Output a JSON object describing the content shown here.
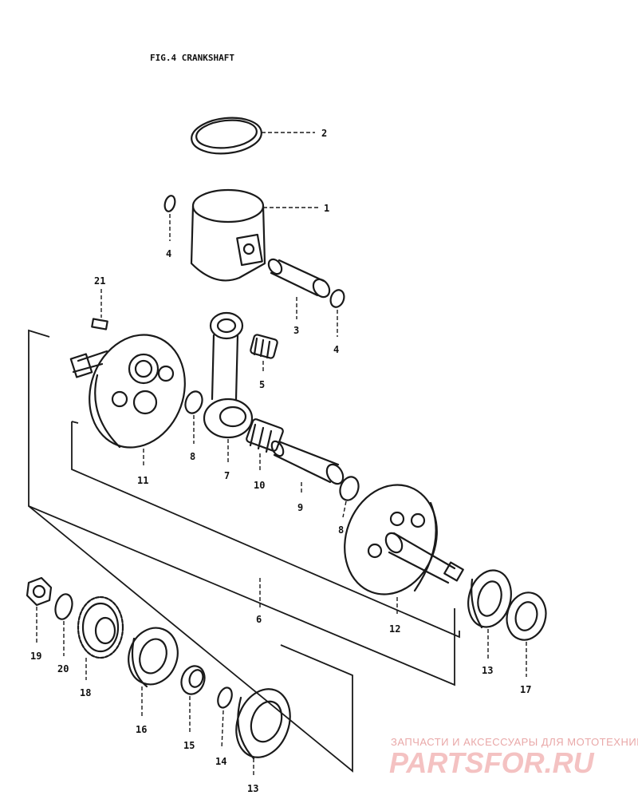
{
  "figure": {
    "title": "FIG.4 CRANKSHAFT"
  },
  "callouts": {
    "c2": "2",
    "c1": "1",
    "c4a": "4",
    "c3": "3",
    "c4b": "4",
    "c21": "21",
    "c5": "5",
    "c8a": "8",
    "c7": "7",
    "c10": "10",
    "c9": "9",
    "c11": "11",
    "c8b": "8",
    "c6": "6",
    "c12": "12",
    "c19": "19",
    "c20": "20",
    "c18": "18",
    "c16": "16",
    "c15": "15",
    "c14": "14",
    "c13a": "13",
    "c13b": "13",
    "c17": "17"
  },
  "watermark": {
    "tagline": "ЗАПЧАСТИ И АКСЕССУАРЫ ДЛЯ МОТОТЕХНИКИ",
    "logo": "PARTSFOR.RU",
    "color": "#f4c2c2"
  },
  "colors": {
    "ink": "#1a1a1a",
    "background": "#ffffff"
  }
}
